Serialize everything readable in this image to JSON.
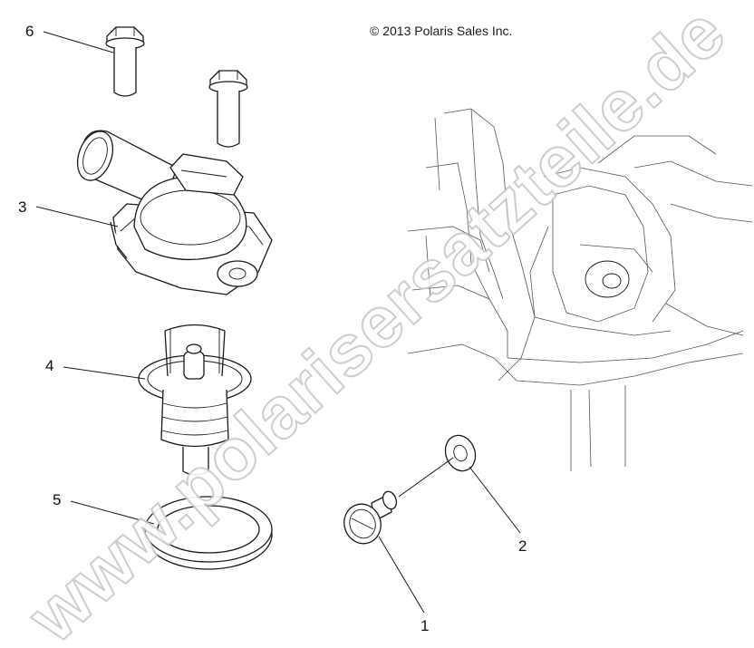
{
  "copyright": "© 2013 Polaris Sales Inc.",
  "watermark": "www.polarisersatzteile.de",
  "callouts": [
    {
      "id": "1",
      "label": "1"
    },
    {
      "id": "2",
      "label": "2"
    },
    {
      "id": "3",
      "label": "3"
    },
    {
      "id": "4",
      "label": "4"
    },
    {
      "id": "5",
      "label": "5"
    },
    {
      "id": "6",
      "label": "6"
    }
  ]
}
